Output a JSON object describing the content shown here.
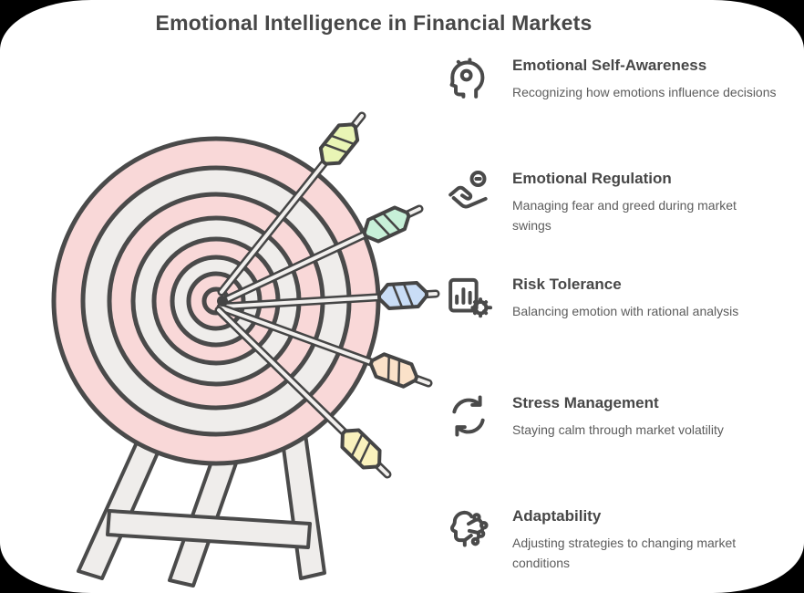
{
  "title": "Emotional Intelligence in Financial Markets",
  "items": [
    {
      "icon": "head-profile-icon",
      "heading": "Emotional Self-Awareness",
      "body": "Recognizing how emotions influence decisions"
    },
    {
      "icon": "hand-coin-icon",
      "heading": "Emotional Regulation",
      "body": "Managing fear and greed during market swings"
    },
    {
      "icon": "chart-gear-icon",
      "heading": "Risk Tolerance",
      "body": "Balancing emotion with rational analysis"
    },
    {
      "icon": "cycle-arrows-icon",
      "heading": "Stress Management",
      "body": "Staying calm through market volatility"
    },
    {
      "icon": "brain-network-icon",
      "heading": "Adaptability",
      "body": "Adjusting strategies to changing market conditions"
    }
  ],
  "illustration": {
    "name": "archery-target-with-arrows",
    "board_colors": {
      "ring_pink": "#f9d8d8",
      "ring_white": "#efedeb",
      "outline": "#4a4a4a",
      "stand": "#efedeb"
    },
    "fletching_colors": [
      "#e9f5b5",
      "#c7f0d8",
      "#c9ddf6",
      "#fbe2c9",
      "#faf2bd"
    ]
  },
  "colors": {
    "background": "#000000",
    "card": "#ffffff",
    "heading_text": "#474747",
    "body_text": "#5c5c5c"
  }
}
